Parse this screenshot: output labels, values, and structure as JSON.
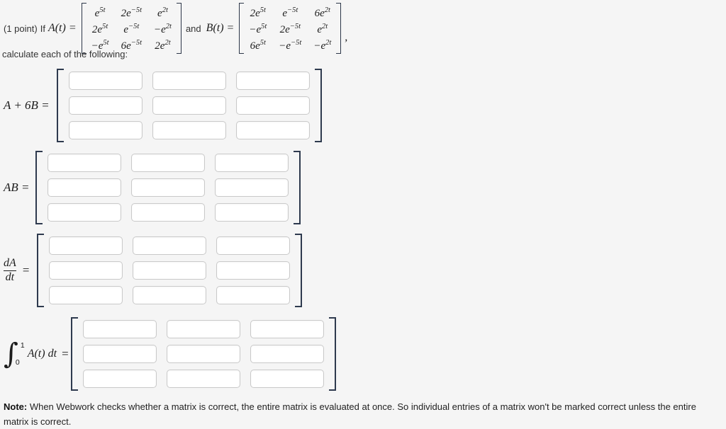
{
  "problem": {
    "points": "(1 point)",
    "if_word": "If",
    "a_lhs": "A(t) =",
    "and_word": "and",
    "b_lhs": "B(t) =",
    "trailing_comma": ",",
    "instruction": "calculate each of the following:",
    "matrix_a": {
      "rows": [
        [
          {
            "c": "e",
            "e": "5t"
          },
          {
            "c": "2e",
            "e": "−5t"
          },
          {
            "c": "e",
            "e": "2t"
          }
        ],
        [
          {
            "c": "2e",
            "e": "5t"
          },
          {
            "c": "e",
            "e": "−5t"
          },
          {
            "c": "−e",
            "e": "2t"
          }
        ],
        [
          {
            "c": "−e",
            "e": "5t"
          },
          {
            "c": "6e",
            "e": "−5t"
          },
          {
            "c": "2e",
            "e": "2t"
          }
        ]
      ]
    },
    "matrix_b": {
      "rows": [
        [
          {
            "c": "2e",
            "e": "5t"
          },
          {
            "c": "e",
            "e": "−5t"
          },
          {
            "c": "6e",
            "e": "2t"
          }
        ],
        [
          {
            "c": "−e",
            "e": "5t"
          },
          {
            "c": "2e",
            "e": "−5t"
          },
          {
            "c": "e",
            "e": "2t"
          }
        ],
        [
          {
            "c": "6e",
            "e": "5t"
          },
          {
            "c": "−e",
            "e": "−5t"
          },
          {
            "c": "−e",
            "e": "2t"
          }
        ]
      ]
    }
  },
  "answers": {
    "sum": {
      "label": "A + 6B ="
    },
    "product": {
      "label": "AB ="
    },
    "derivative": {
      "numerator": "dA",
      "denominator": "dt",
      "equals": "="
    },
    "integral": {
      "symbol": "∫",
      "upper_limit": "1",
      "lower_limit": "0",
      "body": "A(t) dt",
      "equals": "="
    }
  },
  "note": {
    "bold_label": "Note:",
    "text": " When Webwork checks whether a matrix is correct, the entire matrix is evaluated at once. So individual entries of a matrix won't be marked correct unless the entire matrix is correct."
  },
  "colors": {
    "background": "#f5f5f5",
    "bracket": "#2e3a4e",
    "input_border": "#c9c9c9",
    "input_background": "#ffffff",
    "text": "#2b2b2b"
  }
}
